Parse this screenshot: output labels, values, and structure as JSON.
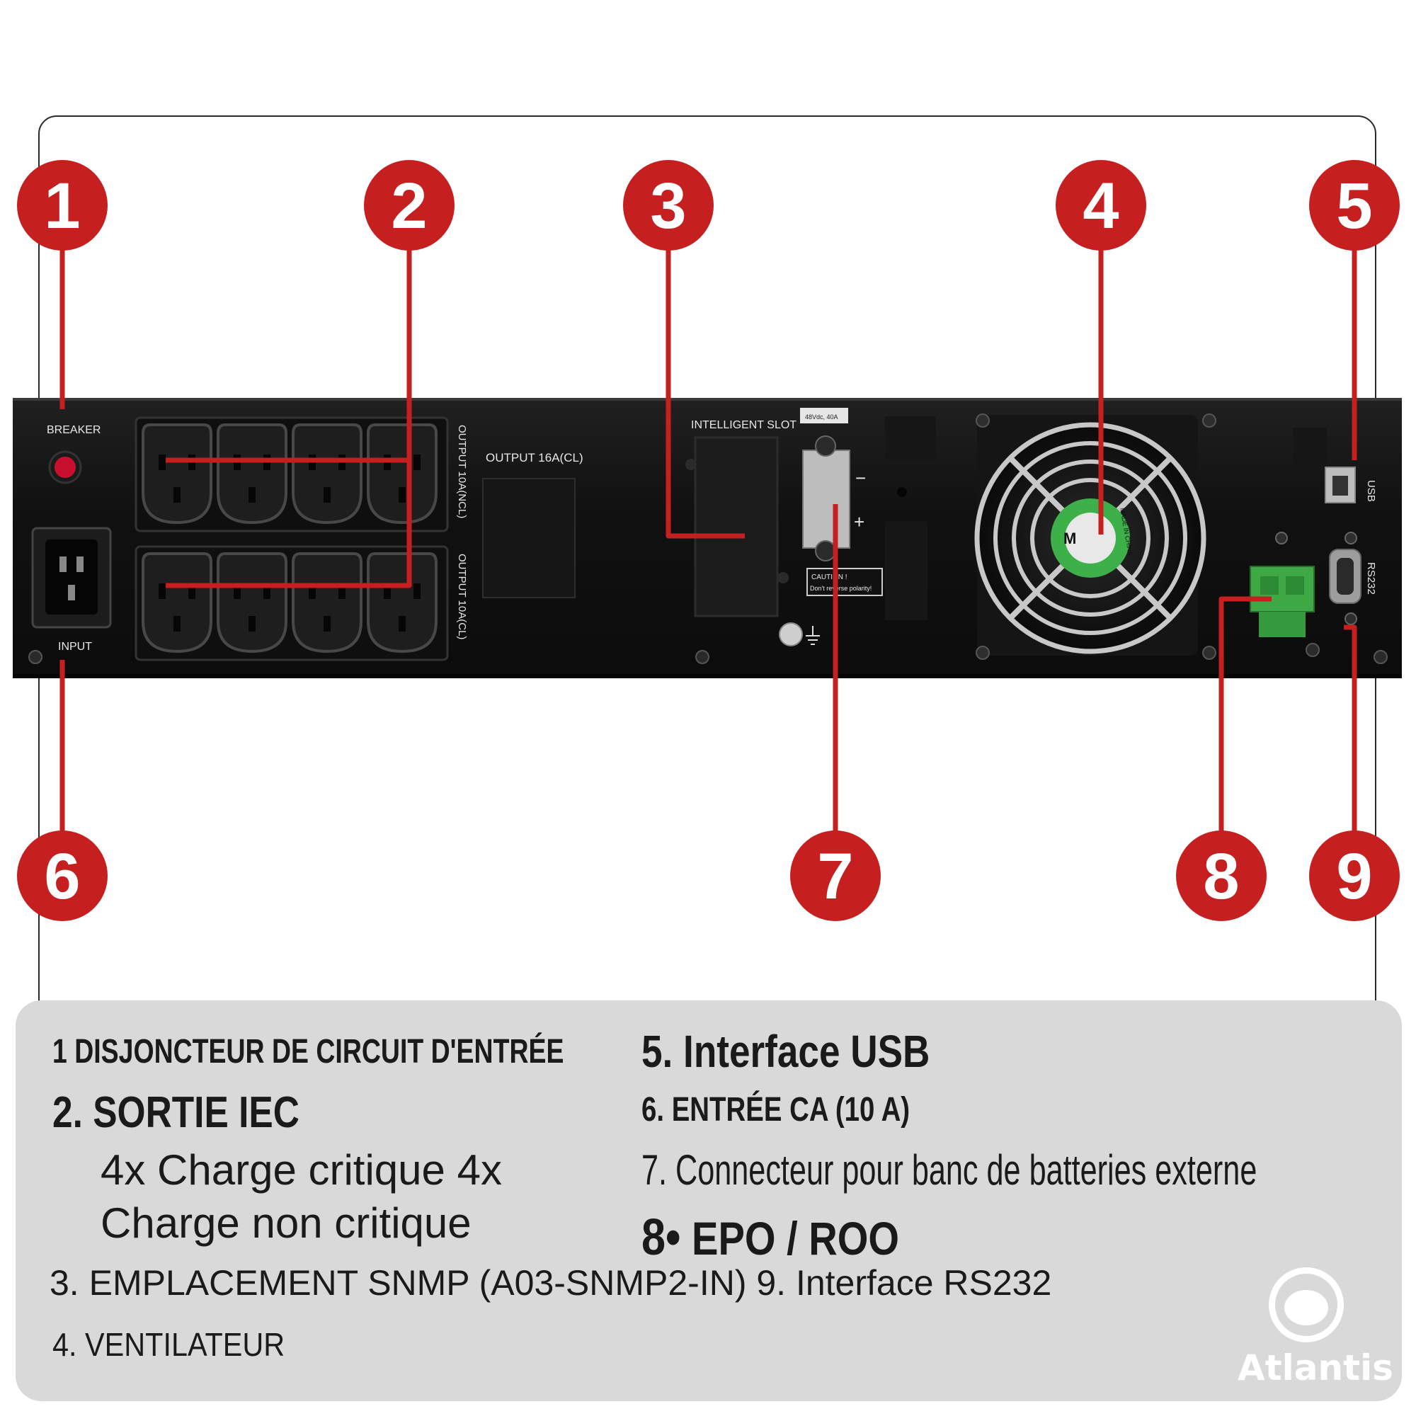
{
  "panel_labels": {
    "breaker": "BREAKER",
    "input": "INPUT",
    "output_ncl": "OUTPUT 10A(NCL)",
    "output_cl": "OUTPUT 10A(CL)",
    "output_16a": "OUTPUT 16A(CL)",
    "intelligent_slot": "INTELLIGENT SLOT",
    "battery_rating": "48Vdc, 40A",
    "minus": "−",
    "plus": "+",
    "caution": "CAUTION !",
    "polarity": "Don't reverse polarity!",
    "usb": "USB",
    "rs232": "RS232",
    "fan_brand": "M",
    "fan_origin": "MADE IN CHINA"
  },
  "callouts": [
    {
      "number": "1"
    },
    {
      "number": "2"
    },
    {
      "number": "3"
    },
    {
      "number": "4"
    },
    {
      "number": "5"
    },
    {
      "number": "6"
    },
    {
      "number": "7"
    },
    {
      "number": "8"
    },
    {
      "number": "9"
    }
  ],
  "legend": {
    "item1": "1 DISJONCTEUR DE CIRCUIT D'ENTRÉE",
    "item2": "2. SORTIE IEC",
    "item2_sub1": "4x Charge critique 4x",
    "item2_sub2": "Charge non critique",
    "item3": "3. EMPLACEMENT SNMP (A03-SNMP2-IN) 9. Interface RS232",
    "item4": "4. VENTILATEUR",
    "item5": "5. Interface USB",
    "item6": "6. ENTRÉE CA (10 A)",
    "item7": "7. Connecteur pour banc de batteries externe",
    "item8_num": "8•",
    "item8_text": "EPO / ROO"
  },
  "brand": {
    "name": "Atlantis"
  },
  "colors": {
    "callout_red": "#c51f20",
    "panel_black": "#141414",
    "legend_bg": "#d9d9d9",
    "terminal_green": "#3ea845"
  }
}
